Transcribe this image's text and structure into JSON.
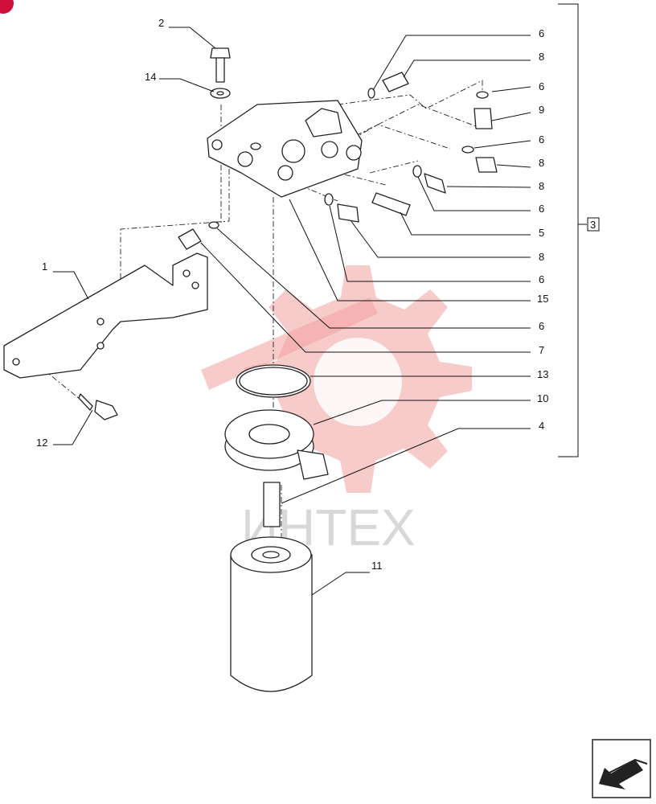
{
  "callouts": {
    "c1": "1",
    "c2": "2",
    "c3": "3",
    "c4": "4",
    "c5": "5",
    "c6a": "6",
    "c6b": "6",
    "c6c": "6",
    "c6d": "6",
    "c6e": "6",
    "c6f": "6",
    "c7": "7",
    "c8a": "8",
    "c8b": "8",
    "c8c": "8",
    "c8d": "8",
    "c9": "9",
    "c10": "10",
    "c11": "11",
    "c12": "12",
    "c13": "13",
    "c14": "14",
    "c15": "15"
  },
  "watermark": {
    "text": "ИНТЕХ"
  },
  "colors": {
    "ink": "#222222",
    "watermark": "#f2a0a0",
    "corner_badge": "#d0103a"
  },
  "icons": {
    "nav": "arrow-back-icon"
  }
}
